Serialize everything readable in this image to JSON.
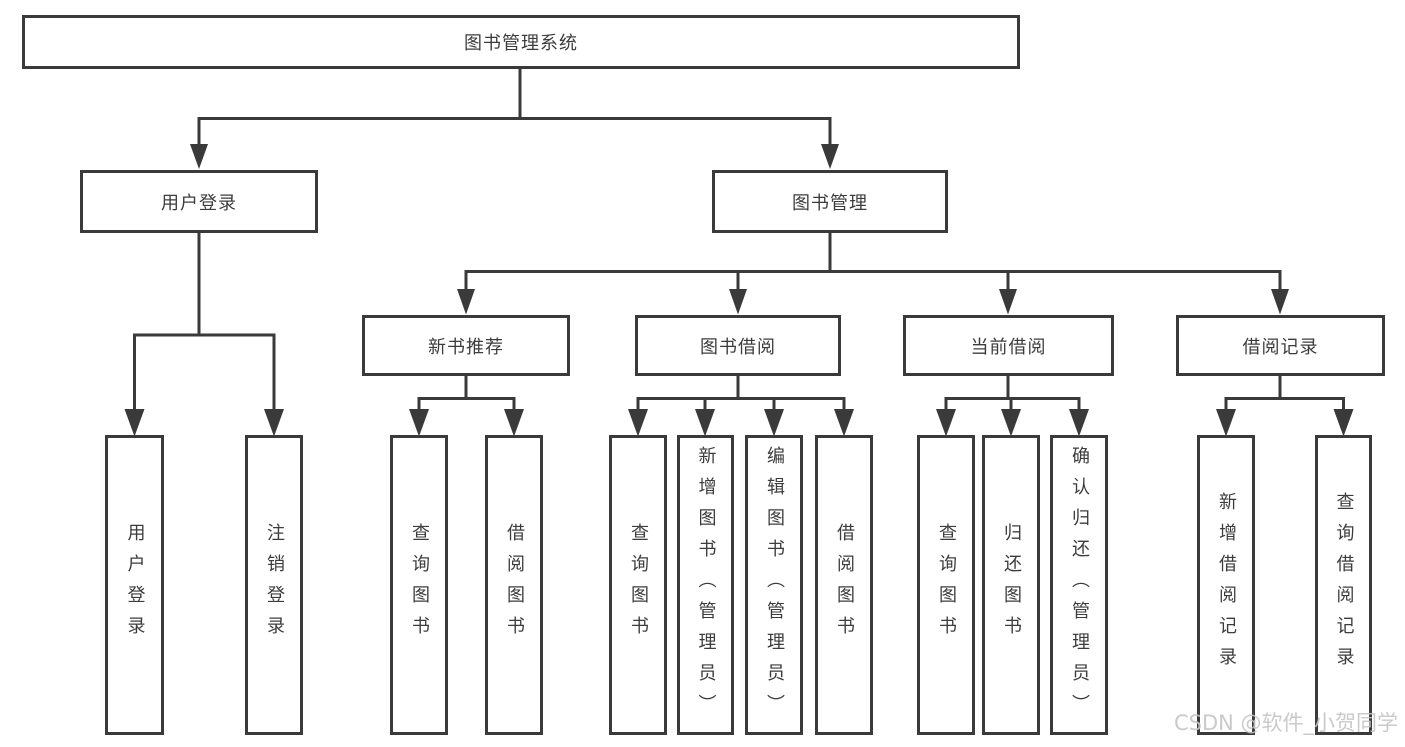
{
  "colors": {
    "line": "#3a3a3a",
    "text": "#3c3c3c",
    "background": "#ffffff",
    "watermark": "#c5c5c5"
  },
  "diagram": {
    "title": "图书管理系统",
    "branches": [
      {
        "label": "用户登录",
        "children": [
          "用户登录",
          "注销登录"
        ]
      },
      {
        "label": "图书管理",
        "sections": [
          {
            "label": "新书推荐",
            "children": [
              "查询图书",
              "借阅图书"
            ]
          },
          {
            "label": "图书借阅",
            "children": [
              "查询图书",
              "新增图书（管理员）",
              "编辑图书（管理员）",
              "借阅图书"
            ]
          },
          {
            "label": "当前借阅",
            "children": [
              "查询图书",
              "归还图书",
              "确认归还（管理员）"
            ]
          },
          {
            "label": "借阅记录",
            "children": [
              "新增借阅记录",
              "查询借阅记录"
            ]
          }
        ]
      }
    ]
  },
  "watermark": "CSDN @软件_小贺同学"
}
